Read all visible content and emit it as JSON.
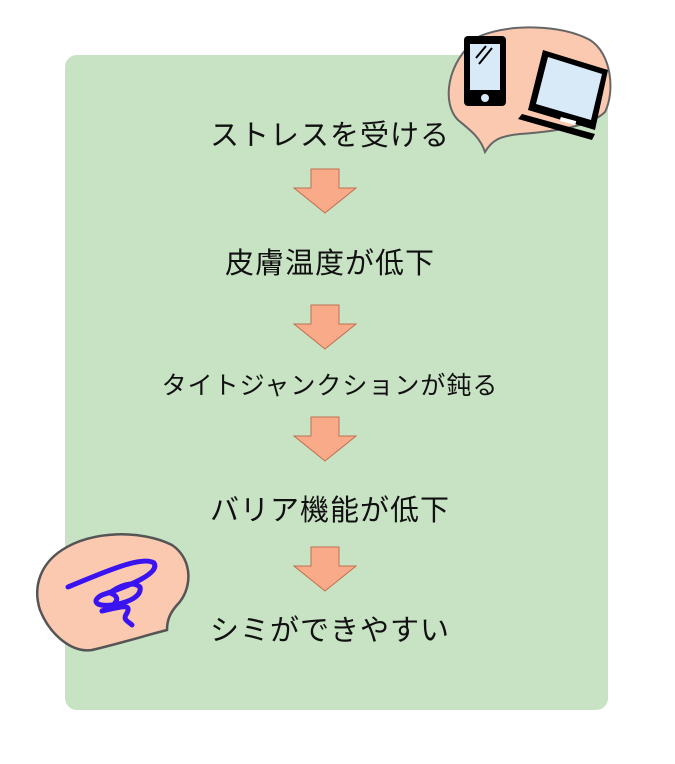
{
  "steps": [
    "ストレスを受ける",
    "皮膚温度が低下",
    "タイトジャンクションが鈍る",
    "バリア機能が低下",
    "シミができやすい"
  ],
  "colors": {
    "panel": "#c8e2c4",
    "arrow": "#f9aa88",
    "bubble": "#fbc9b0",
    "scribble": "#3a14f0"
  }
}
